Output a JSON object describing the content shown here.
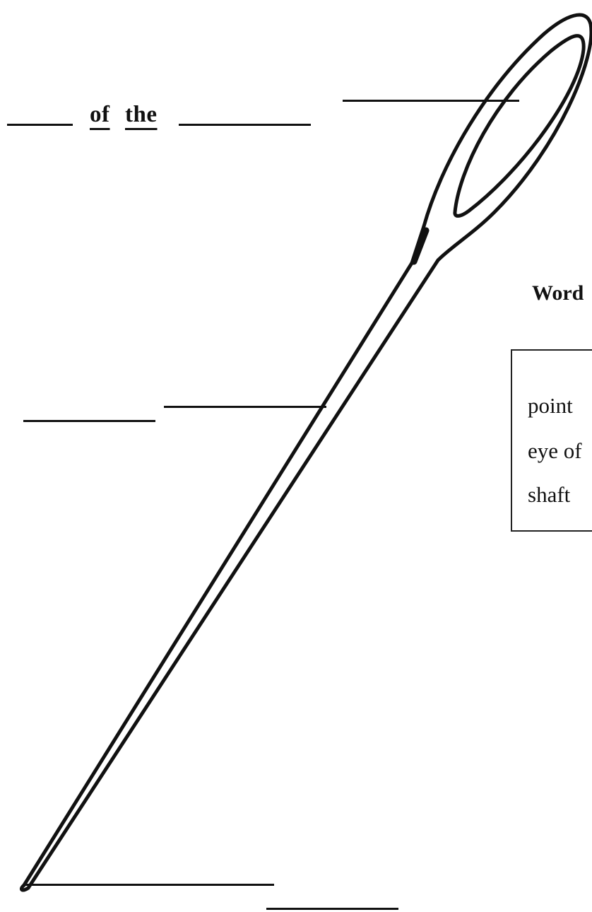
{
  "title_label": {
    "word_of": "of",
    "word_the": "the"
  },
  "word_bank": {
    "title": "Word",
    "items": [
      "point",
      "eye of",
      "shaft"
    ]
  },
  "colors": {
    "ink": "#111111",
    "background": "#ffffff"
  }
}
